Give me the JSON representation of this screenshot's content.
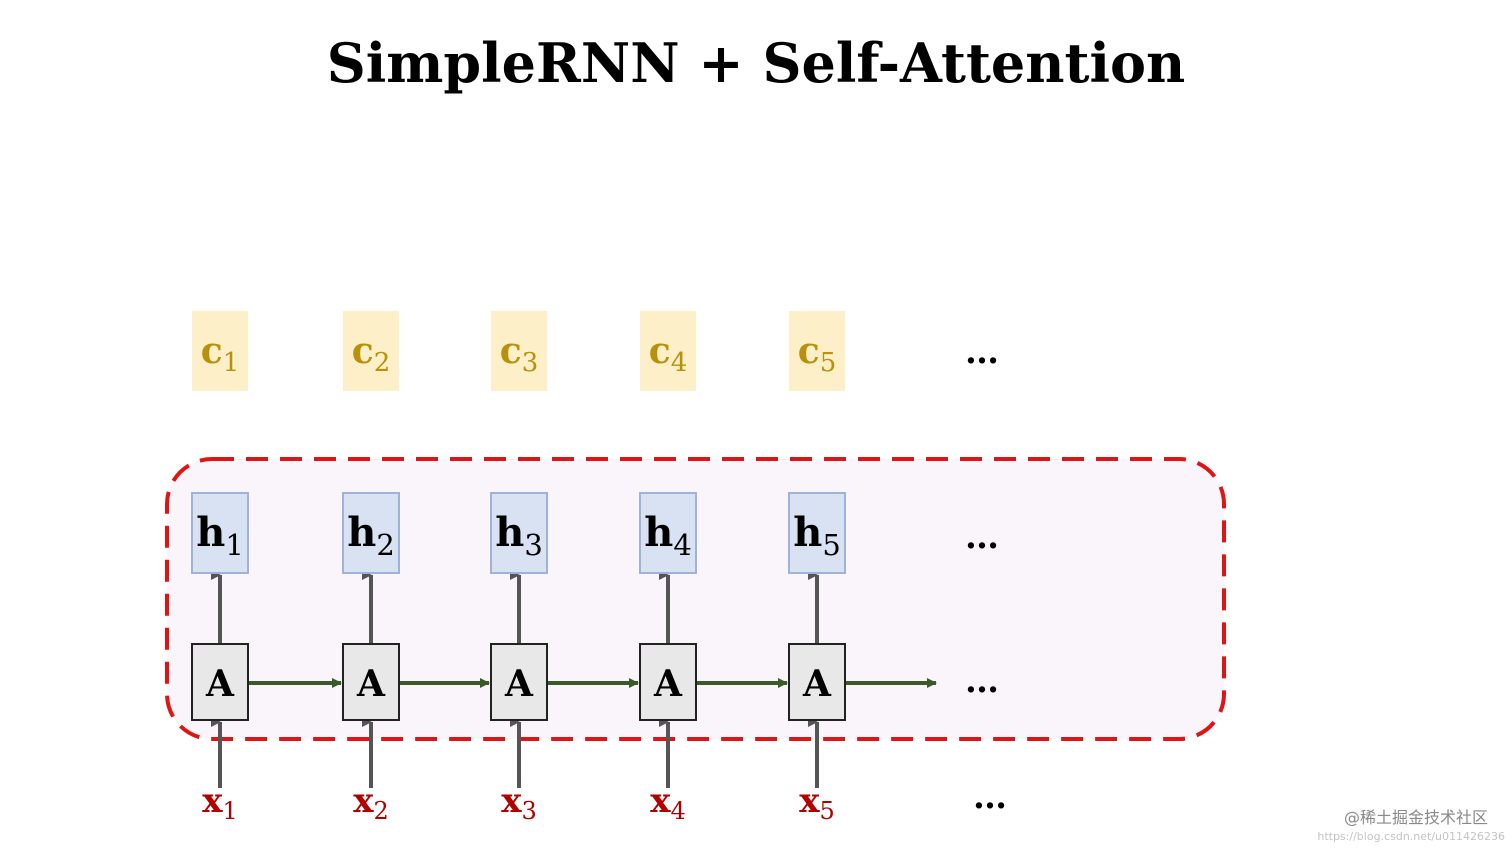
{
  "title": "SimpleRNN + Self-Attention",
  "colors": {
    "context_fill": "#FDEFC8",
    "context_text": "#B8900C",
    "hidden_fill": "#D9E2F2",
    "hidden_stroke": "#9FB3D6",
    "hidden_text": "#000000",
    "cell_fill": "#E8E8E8",
    "cell_stroke": "#222222",
    "input_text": "#B00000",
    "recurrent_arrow": "#3A5A2A",
    "vertical_arrow": "#555555",
    "region_fill": "#F9F5FA",
    "region_border": "#E01414"
  },
  "context_vectors": [
    {
      "letter": "c",
      "sub": "1"
    },
    {
      "letter": "c",
      "sub": "2"
    },
    {
      "letter": "c",
      "sub": "3"
    },
    {
      "letter": "c",
      "sub": "4"
    },
    {
      "letter": "c",
      "sub": "5"
    }
  ],
  "hidden_states": [
    {
      "letter": "h",
      "sub": "1"
    },
    {
      "letter": "h",
      "sub": "2"
    },
    {
      "letter": "h",
      "sub": "3"
    },
    {
      "letter": "h",
      "sub": "4"
    },
    {
      "letter": "h",
      "sub": "5"
    }
  ],
  "cells": [
    "A",
    "A",
    "A",
    "A",
    "A"
  ],
  "inputs": [
    {
      "letter": "x",
      "sub": "1"
    },
    {
      "letter": "x",
      "sub": "2"
    },
    {
      "letter": "x",
      "sub": "3"
    },
    {
      "letter": "x",
      "sub": "4"
    },
    {
      "letter": "x",
      "sub": "5"
    }
  ],
  "ellipsis": "…",
  "watermark": {
    "main": "@稀土掘金技术社区",
    "url": "https://blog.csdn.net/u011426236"
  }
}
